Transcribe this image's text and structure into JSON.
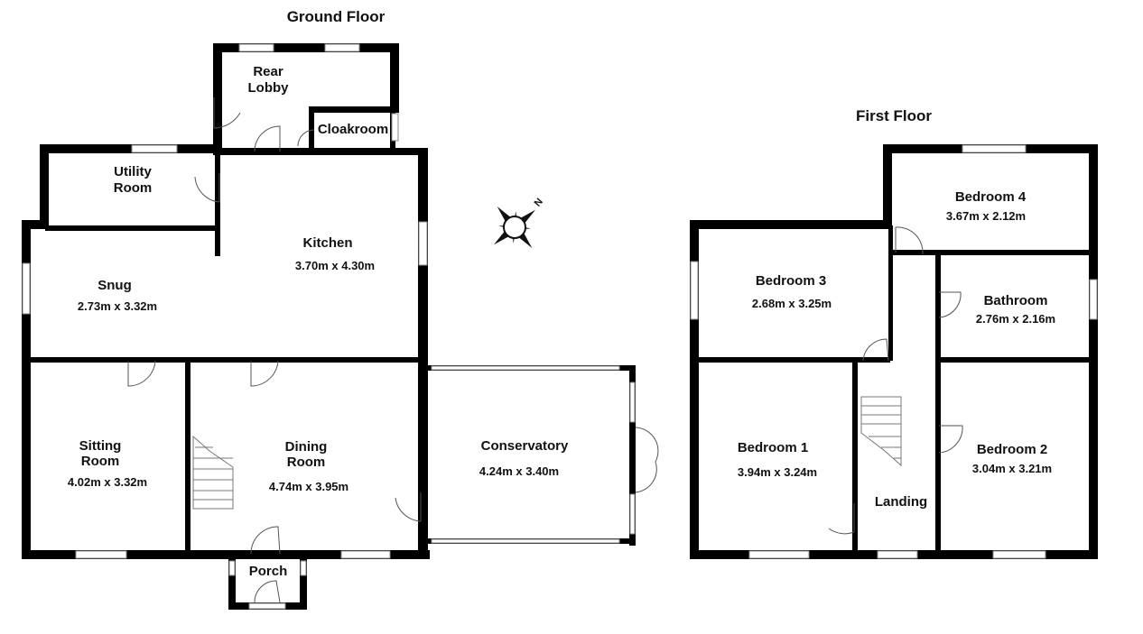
{
  "ground_floor": {
    "title": "Ground Floor",
    "rooms": {
      "rear_lobby": {
        "name_1": "Rear",
        "name_2": "Lobby"
      },
      "cloakroom": {
        "name": "Cloakroom"
      },
      "utility_room": {
        "name_1": "Utility",
        "name_2": "Room"
      },
      "kitchen": {
        "name": "Kitchen",
        "dims": "3.70m x 4.30m"
      },
      "snug": {
        "name": "Snug",
        "dims": "2.73m x 3.32m"
      },
      "sitting_room": {
        "name_1": "Sitting",
        "name_2": "Room",
        "dims": "4.02m x 3.32m"
      },
      "dining_room": {
        "name_1": "Dining",
        "name_2": "Room",
        "dims": "4.74m x 3.95m"
      },
      "conservatory": {
        "name": "Conservatory",
        "dims": "4.24m x 3.40m"
      },
      "porch": {
        "name": "Porch"
      }
    }
  },
  "first_floor": {
    "title": "First Floor",
    "rooms": {
      "bedroom_4": {
        "name": "Bedroom 4",
        "dims": "3.67m x 2.12m"
      },
      "bedroom_3": {
        "name": "Bedroom 3",
        "dims": "2.68m x 3.25m"
      },
      "bathroom": {
        "name": "Bathroom",
        "dims": "2.76m x 2.16m"
      },
      "bedroom_1": {
        "name": "Bedroom 1",
        "dims": "3.94m x 3.24m"
      },
      "bedroom_2": {
        "name": "Bedroom 2",
        "dims": "3.04m x 3.21m"
      },
      "landing": {
        "name": "Landing"
      }
    }
  },
  "compass": {
    "label": "N",
    "icon": "compass-rose-icon"
  }
}
